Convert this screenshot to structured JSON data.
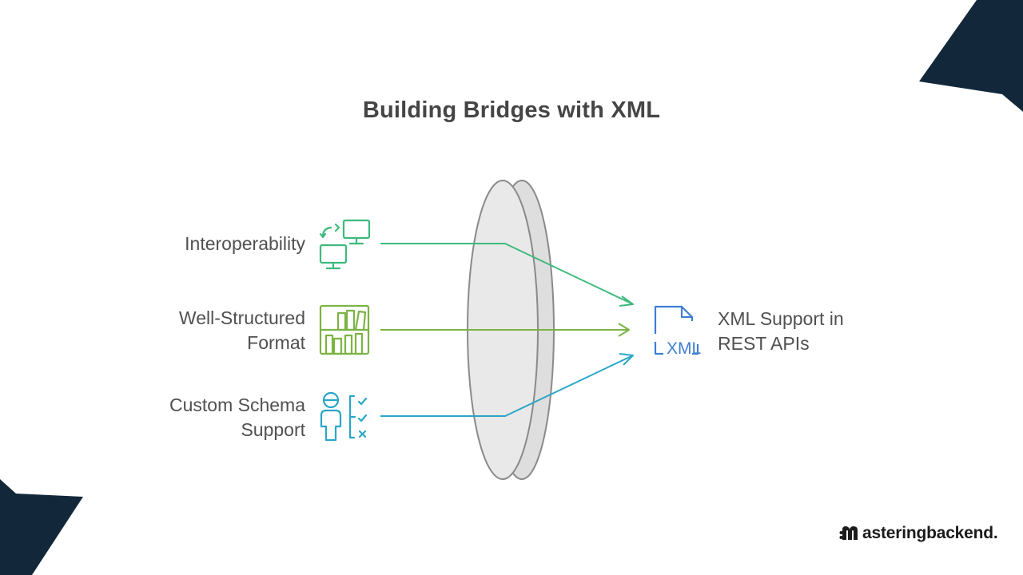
{
  "title": "Building Bridges with XML",
  "inputs": [
    {
      "lines": [
        "Interoperability"
      ],
      "icon": "monitors-sync-icon",
      "color": "#3dba7c"
    },
    {
      "lines": [
        "Well-Structured",
        "Format"
      ],
      "icon": "bookshelf-icon",
      "color": "#7cb342"
    },
    {
      "lines": [
        "Custom Schema",
        "Support"
      ],
      "icon": "person-checklist-icon",
      "color": "#2aa6c8"
    }
  ],
  "output": {
    "lines": [
      "XML Support in",
      "REST APIs"
    ],
    "icon": "xml-file-icon",
    "icon_text": "XML",
    "color": "#3f7fd1"
  },
  "lens": {
    "fill": "#e9e9e9",
    "stroke": "#8a8a8a"
  },
  "brand": {
    "prefix": "m",
    "text": "asteringbackend."
  },
  "colors": {
    "corner": "#12283a",
    "title": "#454545",
    "text": "#505050"
  }
}
